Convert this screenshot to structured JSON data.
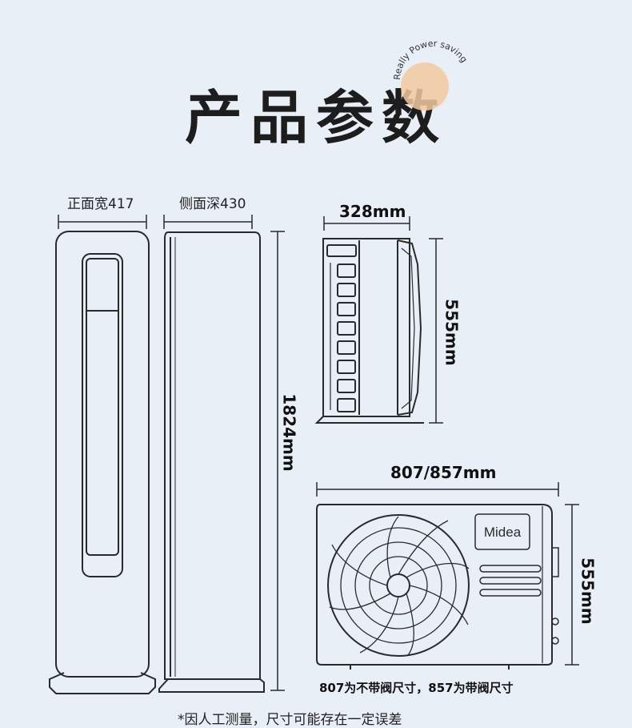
{
  "header": {
    "title": "产品参数",
    "badge_text": "Really Power saving"
  },
  "indoor": {
    "front_width_label": "正面宽417",
    "side_depth_label": "侧面深430",
    "height_label": "1824mm"
  },
  "outdoor_side": {
    "depth_label": "328mm",
    "height_label": "555mm"
  },
  "outdoor_front": {
    "width_label": "807/857mm",
    "height_label": "555mm",
    "brand": "Midea",
    "valve_note": "807为不带阀尺寸，857为带阀尺寸"
  },
  "footer": {
    "disclaimer": "*因人工测量，尺寸可能存在一定误差"
  },
  "colors": {
    "background": "#e9eff6",
    "line": "#2a2a2a",
    "badge_circle": "#f2c9a0"
  }
}
